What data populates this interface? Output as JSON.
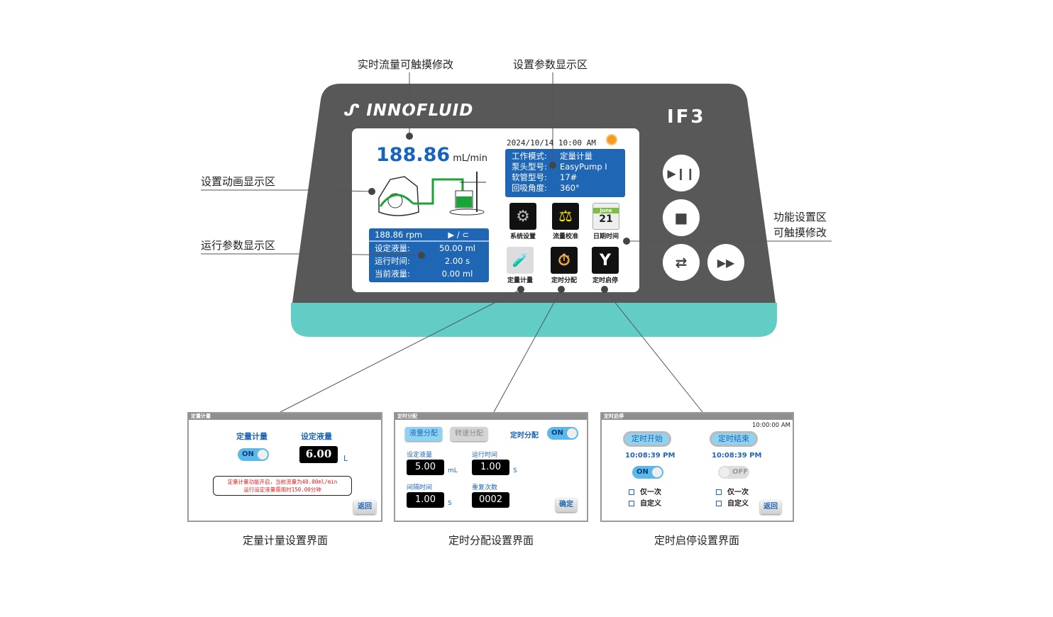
{
  "callouts": {
    "realtime_flow": "实时流量可触摸修改",
    "param_display": "设置参数显示区",
    "animation_display": "设置动画显示区",
    "run_param_display": "运行参数显示区",
    "function_area_line1": "功能设置区",
    "function_area_line2": "可触摸修改"
  },
  "device": {
    "brand": "INNOFLUID",
    "model": "IF3",
    "body_color": "#585858",
    "base_color": "#62cdc5",
    "buttons": [
      {
        "name": "play-pause",
        "glyph": "▶❙❙"
      },
      {
        "name": "stop",
        "glyph": "■"
      },
      {
        "name": "reverse",
        "glyph": "⇄"
      },
      {
        "name": "fast-forward",
        "glyph": "▶▶"
      }
    ]
  },
  "screen": {
    "flow_value": "188.86",
    "flow_unit": "mL/min",
    "datetime": "2024/10/14 10:00 AM",
    "params": [
      {
        "key": "工作模式:",
        "value": "定量计量"
      },
      {
        "key": "泵头型号:",
        "value": "EasyPump I"
      },
      {
        "key": "软管型号:",
        "value": "17#"
      },
      {
        "key": "回吸角度:",
        "value": "360°"
      }
    ],
    "run": {
      "rpm": "188.86 rpm",
      "state": "▶ / ⊂",
      "rows": [
        {
          "key": "设定液量:",
          "value": "50.00  ml"
        },
        {
          "key": "运行时间:",
          "value": "2.00  s"
        },
        {
          "key": "当前液量:",
          "value": "0.00  ml"
        }
      ]
    },
    "functions": [
      {
        "label": "系统设置",
        "icon": "gear-icon"
      },
      {
        "label": "流量校准",
        "icon": "scale-icon"
      },
      {
        "label": "日期时间",
        "icon": "calendar-icon",
        "calendar_month": "June",
        "calendar_day": "21"
      },
      {
        "label": "定量计量",
        "icon": "flask-icon"
      },
      {
        "label": "定时分配",
        "icon": "stopwatch-icon"
      },
      {
        "label": "定时启停",
        "icon": "clock-icon"
      }
    ]
  },
  "panels": {
    "dosing": {
      "header": "定量计量",
      "toggle_label": "定量计量",
      "toggle": "ON",
      "volume_label": "设定液量",
      "volume": "6.00",
      "unit": "L",
      "message_line1": "定量计量功能开启，当前流量为40.00ml/min",
      "message_line2": "运行设定液量需用时150.00分钟",
      "back": "返回",
      "caption": "定量计量设置界面"
    },
    "timed_dispense": {
      "header": "定时分配",
      "tab_volume": "液量分配",
      "tab_speed": "转速分配",
      "toggle_label": "定时分配",
      "toggle": "ON",
      "set_volume_label": "设定液量",
      "set_volume": "5.00",
      "set_volume_unit": "mL",
      "run_time_label": "运行时间",
      "run_time": "1.00",
      "run_time_unit": "S",
      "interval_label": "间隔时间",
      "interval": "1.00",
      "interval_unit": "S",
      "repeat_label": "重复次数",
      "repeat": "0002",
      "confirm": "确定",
      "caption": "定时分配设置界面"
    },
    "timed_start_stop": {
      "header": "定时启停",
      "clock": "10:00:00 AM",
      "start_label": "定时开始",
      "start_time": "10:08:39 PM",
      "start_toggle": "ON",
      "end_label": "定时结束",
      "end_time": "10:08:39 PM",
      "end_toggle": "OFF",
      "once": "仅一次",
      "custom": "自定义",
      "back": "返回",
      "caption": "定时启停设置界面"
    }
  }
}
